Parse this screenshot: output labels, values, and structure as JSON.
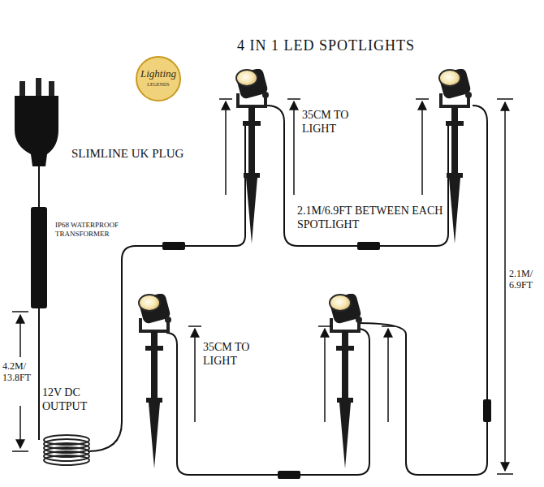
{
  "diagram": {
    "title": "4 IN 1 LED SPOTLIGHTS",
    "labels": [
      "Lighting",
      "LEGENDS",
      "SLIMLINE UK PLUG",
      "IP68 WATERPROOF TRANSFORMER",
      "35CM TO LIGHT",
      "2.1M/6.9FT BETWEEN EACH SPOTLIGHT",
      "2.1M/ 6.9FT",
      "4.2M/ 13.8FT",
      "12V DC OUTPUT",
      "35CM TO LIGHT"
    ]
  }
}
